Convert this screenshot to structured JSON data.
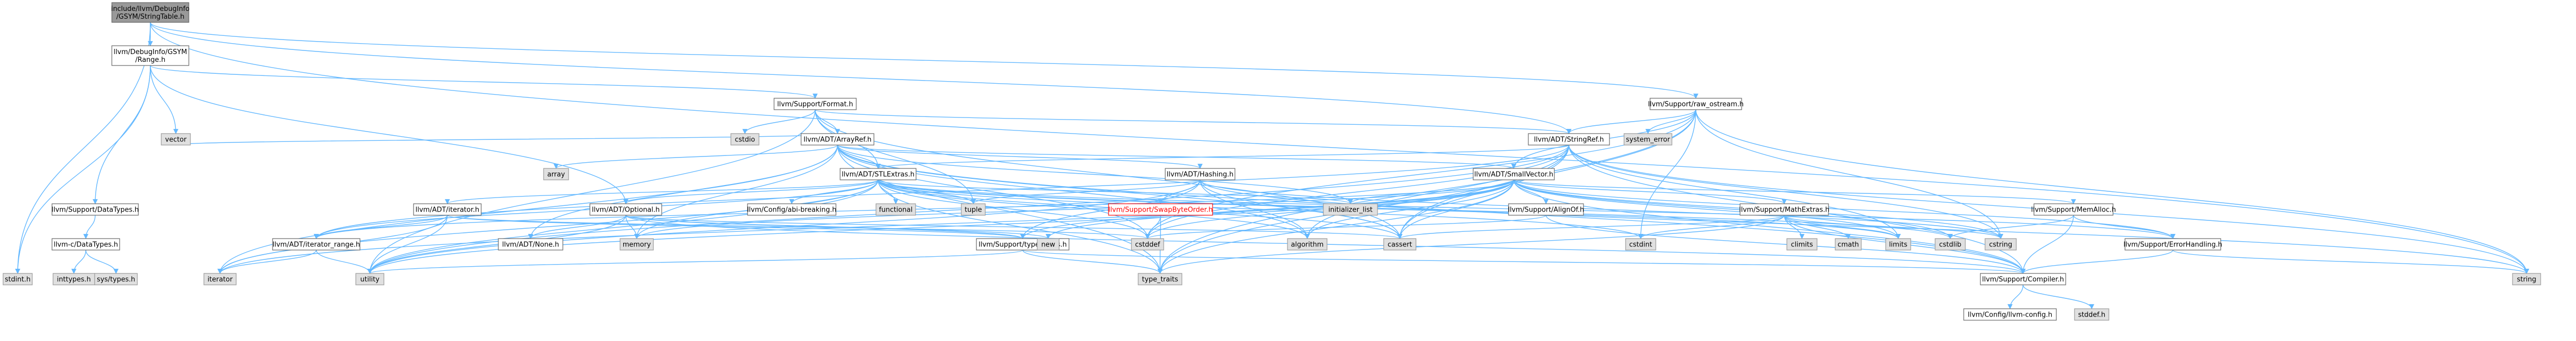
{
  "colors": {
    "edge": "#63b8ff",
    "root_fill": "#999999",
    "local_fill": "#ffffff",
    "system_fill": "#e0e0e0",
    "missing_label": "#ff0000"
  },
  "nodes": [
    {
      "id": "root",
      "kind": "root",
      "lines": [
        "include/llvm/DebugInfo",
        "/GSYM/StringTable.h"
      ]
    },
    {
      "id": "range",
      "kind": "local",
      "lines": [
        "llvm/DebugInfo/GSYM",
        "/Range.h"
      ]
    },
    {
      "id": "format",
      "kind": "local",
      "lines": [
        "llvm/Support/Format.h"
      ]
    },
    {
      "id": "raw_ostream",
      "kind": "local",
      "lines": [
        "llvm/Support/raw_ostream.h"
      ]
    },
    {
      "id": "arrayref",
      "kind": "local",
      "lines": [
        "llvm/ADT/ArrayRef.h"
      ]
    },
    {
      "id": "stringref",
      "kind": "local",
      "lines": [
        "llvm/ADT/StringRef.h"
      ]
    },
    {
      "id": "stlextras",
      "kind": "local",
      "lines": [
        "llvm/ADT/STLExtras.h"
      ]
    },
    {
      "id": "smallvector",
      "kind": "local",
      "lines": [
        "llvm/ADT/SmallVector.h"
      ]
    },
    {
      "id": "hashing",
      "kind": "local",
      "lines": [
        "llvm/ADT/Hashing.h"
      ]
    },
    {
      "id": "swapbyteorder",
      "kind": "missing",
      "lines": [
        "llvm/Support/SwapByteOrder.h"
      ]
    },
    {
      "id": "datatypes",
      "kind": "local",
      "lines": [
        "llvm/Support/DataTypes.h"
      ]
    },
    {
      "id": "c_datatypes",
      "kind": "local",
      "lines": [
        "llvm-c/DataTypes.h"
      ]
    },
    {
      "id": "iterator_h",
      "kind": "local",
      "lines": [
        "llvm/ADT/iterator.h"
      ]
    },
    {
      "id": "optional",
      "kind": "local",
      "lines": [
        "llvm/ADT/Optional.h"
      ]
    },
    {
      "id": "iterator_range",
      "kind": "local",
      "lines": [
        "llvm/ADT/iterator_range.h"
      ]
    },
    {
      "id": "none",
      "kind": "local",
      "lines": [
        "llvm/ADT/None.h"
      ]
    },
    {
      "id": "type_traits_h",
      "kind": "local",
      "lines": [
        "llvm/Support/type_traits.h"
      ]
    },
    {
      "id": "abi_breaking",
      "kind": "local",
      "lines": [
        "llvm/Config/abi-breaking.h"
      ]
    },
    {
      "id": "alignof",
      "kind": "local",
      "lines": [
        "llvm/Support/AlignOf.h"
      ]
    },
    {
      "id": "mathextras",
      "kind": "local",
      "lines": [
        "llvm/Support/MathExtras.h"
      ]
    },
    {
      "id": "memalloc",
      "kind": "local",
      "lines": [
        "llvm/Support/MemAlloc.h"
      ]
    },
    {
      "id": "errorhandling",
      "kind": "local",
      "lines": [
        "llvm/Support/ErrorHandling.h"
      ]
    },
    {
      "id": "compiler",
      "kind": "local",
      "lines": [
        "llvm/Support/Compiler.h"
      ]
    },
    {
      "id": "llvm_config",
      "kind": "local",
      "lines": [
        "llvm/Config/llvm-config.h"
      ]
    },
    {
      "id": "stdint_h",
      "kind": "sys",
      "lines": [
        "stdint.h"
      ]
    },
    {
      "id": "vector",
      "kind": "sys",
      "lines": [
        "vector"
      ]
    },
    {
      "id": "cstdio",
      "kind": "sys",
      "lines": [
        "cstdio"
      ]
    },
    {
      "id": "tuple",
      "kind": "sys",
      "lines": [
        "tuple"
      ]
    },
    {
      "id": "array",
      "kind": "sys",
      "lines": [
        "array"
      ]
    },
    {
      "id": "system_error",
      "kind": "sys",
      "lines": [
        "system_error"
      ]
    },
    {
      "id": "string",
      "kind": "sys",
      "lines": [
        "string"
      ]
    },
    {
      "id": "inttypes_h",
      "kind": "sys",
      "lines": [
        "inttypes.h"
      ]
    },
    {
      "id": "sys_types_h",
      "kind": "sys",
      "lines": [
        "sys/types.h"
      ]
    },
    {
      "id": "iterator",
      "kind": "sys",
      "lines": [
        "iterator"
      ]
    },
    {
      "id": "utility",
      "kind": "sys",
      "lines": [
        "utility"
      ]
    },
    {
      "id": "memory",
      "kind": "sys",
      "lines": [
        "memory"
      ]
    },
    {
      "id": "functional",
      "kind": "sys",
      "lines": [
        "functional"
      ]
    },
    {
      "id": "initializer_list",
      "kind": "sys",
      "lines": [
        "initializer_list"
      ]
    },
    {
      "id": "new",
      "kind": "sys",
      "lines": [
        "new"
      ]
    },
    {
      "id": "cstddef",
      "kind": "sys",
      "lines": [
        "cstddef"
      ]
    },
    {
      "id": "algorithm",
      "kind": "sys",
      "lines": [
        "algorithm"
      ]
    },
    {
      "id": "cassert",
      "kind": "sys",
      "lines": [
        "cassert"
      ]
    },
    {
      "id": "cstdint",
      "kind": "sys",
      "lines": [
        "cstdint"
      ]
    },
    {
      "id": "type_traits",
      "kind": "sys",
      "lines": [
        "type_traits"
      ]
    },
    {
      "id": "climits",
      "kind": "sys",
      "lines": [
        "climits"
      ]
    },
    {
      "id": "cmath",
      "kind": "sys",
      "lines": [
        "cmath"
      ]
    },
    {
      "id": "limits",
      "kind": "sys",
      "lines": [
        "limits"
      ]
    },
    {
      "id": "cstdlib",
      "kind": "sys",
      "lines": [
        "cstdlib"
      ]
    },
    {
      "id": "cstring",
      "kind": "sys",
      "lines": [
        "cstring"
      ]
    },
    {
      "id": "stddef_h",
      "kind": "sys",
      "lines": [
        "stddef.h"
      ]
    }
  ],
  "edges": [
    [
      "root",
      "range"
    ],
    [
      "root",
      "raw_ostream"
    ],
    [
      "root",
      "stdint_h"
    ],
    [
      "root",
      "string"
    ],
    [
      "root",
      "stringref"
    ],
    [
      "range",
      "format"
    ],
    [
      "range",
      "vector"
    ],
    [
      "range",
      "stdint_h"
    ],
    [
      "range",
      "datatypes"
    ],
    [
      "range",
      "optional"
    ],
    [
      "format",
      "arrayref"
    ],
    [
      "format",
      "stringref"
    ],
    [
      "format",
      "stlextras"
    ],
    [
      "format",
      "cstdio"
    ],
    [
      "format",
      "tuple"
    ],
    [
      "format",
      "utility"
    ],
    [
      "format",
      "cassert"
    ],
    [
      "raw_ostream",
      "stringref"
    ],
    [
      "raw_ostream",
      "system_error"
    ],
    [
      "raw_ostream",
      "cassert"
    ],
    [
      "raw_ostream",
      "cstddef"
    ],
    [
      "raw_ostream",
      "cstdint"
    ],
    [
      "raw_ostream",
      "cstring"
    ],
    [
      "raw_ostream",
      "string"
    ],
    [
      "raw_ostream",
      "type_traits"
    ],
    [
      "raw_ostream",
      "smallvector"
    ],
    [
      "arrayref",
      "hashing"
    ],
    [
      "arrayref",
      "none"
    ],
    [
      "arrayref",
      "smallvector"
    ],
    [
      "arrayref",
      "stlextras"
    ],
    [
      "arrayref",
      "compiler"
    ],
    [
      "arrayref",
      "algorithm"
    ],
    [
      "arrayref",
      "array"
    ],
    [
      "arrayref",
      "cassert"
    ],
    [
      "arrayref",
      "cstddef"
    ],
    [
      "arrayref",
      "initializer_list"
    ],
    [
      "arrayref",
      "iterator"
    ],
    [
      "arrayref",
      "memory"
    ],
    [
      "arrayref",
      "type_traits"
    ],
    [
      "arrayref",
      "vector"
    ],
    [
      "stringref",
      "stlextras"
    ],
    [
      "stringref",
      "iterator_range"
    ],
    [
      "stringref",
      "compiler"
    ],
    [
      "stringref",
      "algorithm"
    ],
    [
      "stringref",
      "cassert"
    ],
    [
      "stringref",
      "cstddef"
    ],
    [
      "stringref",
      "cstring"
    ],
    [
      "stringref",
      "limits"
    ],
    [
      "stringref",
      "string"
    ],
    [
      "stringref",
      "type_traits"
    ],
    [
      "stringref",
      "utility"
    ],
    [
      "stlextras",
      "optional"
    ],
    [
      "stlextras",
      "iterator_h"
    ],
    [
      "stlextras",
      "iterator_range"
    ],
    [
      "stlextras",
      "abi_breaking"
    ],
    [
      "stlextras",
      "errorhandling"
    ],
    [
      "stlextras",
      "algorithm"
    ],
    [
      "stlextras",
      "cassert"
    ],
    [
      "stlextras",
      "cstddef"
    ],
    [
      "stlextras",
      "cstdint"
    ],
    [
      "stlextras",
      "cstdlib"
    ],
    [
      "stlextras",
      "functional"
    ],
    [
      "stlextras",
      "initializer_list"
    ],
    [
      "stlextras",
      "iterator"
    ],
    [
      "stlextras",
      "limits"
    ],
    [
      "stlextras",
      "memory"
    ],
    [
      "stlextras",
      "tuple"
    ],
    [
      "stlextras",
      "type_traits"
    ],
    [
      "stlextras",
      "utility"
    ],
    [
      "smallvector",
      "iterator_range"
    ],
    [
      "smallvector",
      "alignof"
    ],
    [
      "smallvector",
      "compiler"
    ],
    [
      "smallvector",
      "mathextras"
    ],
    [
      "smallvector",
      "memalloc"
    ],
    [
      "smallvector",
      "type_traits_h"
    ],
    [
      "smallvector",
      "errorhandling"
    ],
    [
      "smallvector",
      "algorithm"
    ],
    [
      "smallvector",
      "cassert"
    ],
    [
      "smallvector",
      "cstddef"
    ],
    [
      "smallvector",
      "cstdlib"
    ],
    [
      "smallvector",
      "cstring"
    ],
    [
      "smallvector",
      "initializer_list"
    ],
    [
      "smallvector",
      "iterator"
    ],
    [
      "smallvector",
      "limits"
    ],
    [
      "smallvector",
      "memory"
    ],
    [
      "smallvector",
      "new"
    ],
    [
      "smallvector",
      "type_traits"
    ],
    [
      "smallvector",
      "utility"
    ],
    [
      "hashing",
      "swapbyteorder"
    ],
    [
      "hashing",
      "type_traits_h"
    ],
    [
      "hashing",
      "algorithm"
    ],
    [
      "hashing",
      "cassert"
    ],
    [
      "hashing",
      "cstring"
    ],
    [
      "hashing",
      "string"
    ],
    [
      "hashing",
      "tuple"
    ],
    [
      "hashing",
      "utility"
    ],
    [
      "swapbyteorder",
      "cstddef"
    ],
    [
      "swapbyteorder",
      "type_traits"
    ],
    [
      "datatypes",
      "c_datatypes"
    ],
    [
      "c_datatypes",
      "inttypes_h"
    ],
    [
      "c_datatypes",
      "sys_types_h"
    ],
    [
      "iterator_h",
      "iterator_range"
    ],
    [
      "iterator_h",
      "type_traits_h"
    ],
    [
      "iterator_h",
      "cstddef"
    ],
    [
      "iterator_h",
      "iterator"
    ],
    [
      "iterator_h",
      "utility"
    ],
    [
      "optional",
      "none"
    ],
    [
      "optional",
      "compiler"
    ],
    [
      "optional",
      "type_traits_h"
    ],
    [
      "optional",
      "cassert"
    ],
    [
      "optional",
      "memory"
    ],
    [
      "optional",
      "new"
    ],
    [
      "optional",
      "utility"
    ],
    [
      "iterator_range",
      "iterator"
    ],
    [
      "iterator_range",
      "utility"
    ],
    [
      "type_traits_h",
      "compiler"
    ],
    [
      "type_traits_h",
      "type_traits"
    ],
    [
      "type_traits_h",
      "utility"
    ],
    [
      "alignof",
      "compiler"
    ],
    [
      "alignof",
      "cstddef"
    ],
    [
      "mathextras",
      "compiler"
    ],
    [
      "mathextras",
      "cassert"
    ],
    [
      "mathextras",
      "climits"
    ],
    [
      "mathextras",
      "cmath"
    ],
    [
      "mathextras",
      "cstdint"
    ],
    [
      "mathextras",
      "cstring"
    ],
    [
      "mathextras",
      "limits"
    ],
    [
      "mathextras",
      "type_traits"
    ],
    [
      "memalloc",
      "compiler"
    ],
    [
      "memalloc",
      "errorhandling"
    ],
    [
      "memalloc",
      "cstdlib"
    ],
    [
      "errorhandling",
      "compiler"
    ],
    [
      "errorhandling",
      "string"
    ],
    [
      "compiler",
      "llvm_config"
    ],
    [
      "compiler",
      "stddef_h"
    ]
  ]
}
